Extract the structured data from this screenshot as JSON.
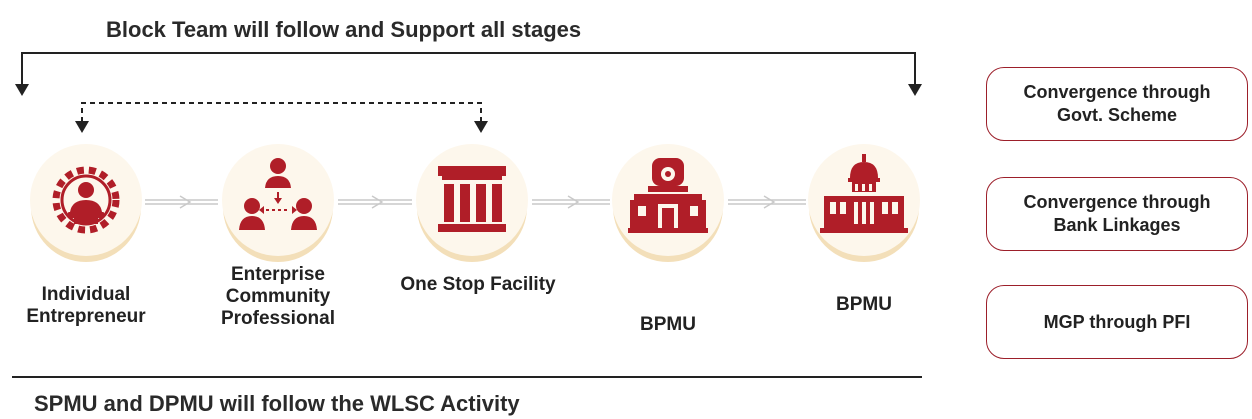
{
  "diagram": {
    "top_heading": "Block Team will follow and Support all stages",
    "bottom_heading": "SPMU and DPMU will follow the WLSC Activity",
    "stages": [
      {
        "label": "Individual Entrepreneur",
        "icon": "entrepreneur-gear-icon"
      },
      {
        "label": "Enterprise Community Professional",
        "icon": "team-network-icon"
      },
      {
        "label": "One Stop Facility",
        "icon": "pillared-building-icon"
      },
      {
        "label": "BPMU",
        "icon": "clock-tower-building-icon"
      },
      {
        "label": "BPMU",
        "icon": "domed-capitol-building-icon"
      }
    ],
    "side_boxes": [
      {
        "label": "Convergence through Govt. Scheme"
      },
      {
        "label": "Convergence through Bank Linkages"
      },
      {
        "label": "MGP through PFI"
      }
    ],
    "colors": {
      "accent": "#b01e28",
      "side_border": "#9c1f2a",
      "circle_fill": "#fdf7ec",
      "circle_shadow": "#f3dfb9",
      "connector": "#c9c9c9",
      "text": "#222222"
    }
  }
}
